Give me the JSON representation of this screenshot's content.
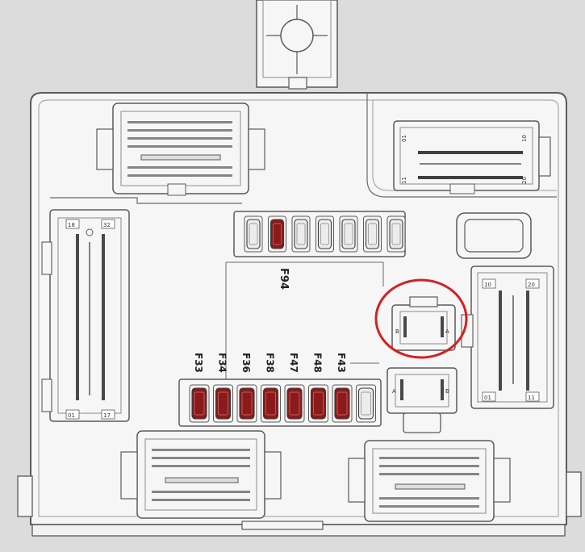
{
  "colors": {
    "background": "#dcdcdc",
    "housing": "#f6f6f6",
    "outline": "#5a5a5a",
    "fuse_red": "#8b1a1a",
    "fuse_clear": "#ececec",
    "highlight": "#d42020"
  },
  "upper_fuse_row": {
    "label": "F94",
    "slots": [
      {
        "fill": "clear"
      },
      {
        "fill": "red"
      },
      {
        "fill": "clear"
      },
      {
        "fill": "clear"
      },
      {
        "fill": "clear"
      },
      {
        "fill": "clear"
      },
      {
        "fill": "clear"
      }
    ]
  },
  "lower_fuse_row": {
    "slots": [
      {
        "label": "F33",
        "fill": "red"
      },
      {
        "label": "F34",
        "fill": "red"
      },
      {
        "label": "F36",
        "fill": "red"
      },
      {
        "label": "F38",
        "fill": "red"
      },
      {
        "label": "F47",
        "fill": "red"
      },
      {
        "label": "F48",
        "fill": "red"
      },
      {
        "label": "F43",
        "fill": "red"
      },
      {
        "label": "",
        "fill": "clear"
      }
    ]
  },
  "relays": {
    "highlighted": {
      "left_pin": "B",
      "right_pin": "A"
    },
    "lower": {
      "left_pin": "A",
      "right_pin": "B"
    }
  },
  "connectors": {
    "left": {
      "top_left": "18",
      "top_right": "32",
      "bottom_left": "01",
      "bottom_right": "17"
    },
    "right": {
      "top_left": "10",
      "top_right": "20",
      "bottom_left": "01",
      "bottom_right": "11"
    },
    "top_right": {
      "top_left": "01",
      "top_right": "10",
      "bottom_left": "11",
      "bottom_right": "20"
    }
  }
}
